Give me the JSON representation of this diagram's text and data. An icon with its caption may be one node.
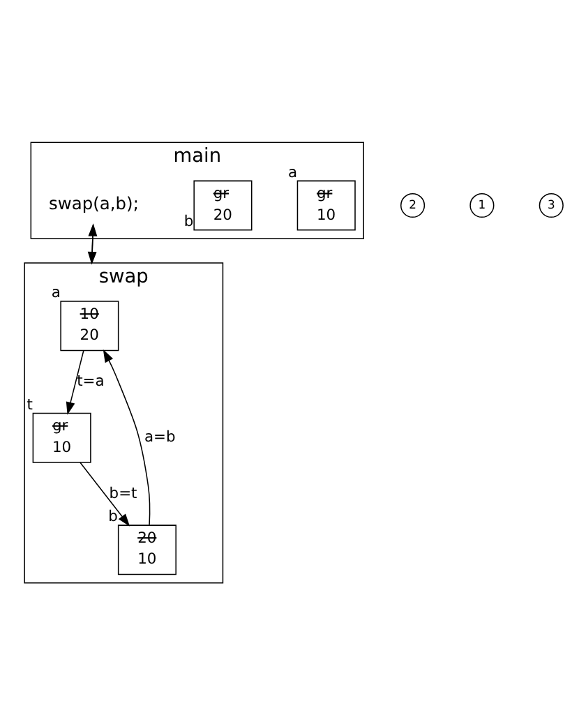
{
  "diagram": {
    "nodes": [
      {
        "text": [
          "main"
        ]
      },
      {
        "text": [
          "gr",
          "10"
        ],
        "beside": [
          "a"
        ],
        "in": 0
      },
      {
        "text": [
          "gr",
          "20"
        ],
        "beside": [
          "b"
        ],
        "in": 0
      },
      {
        "text": [
          "swap(a,b);"
        ],
        "in": 0
      },
      {
        "text": [
          "swap"
        ]
      },
      {
        "text": [
          "10",
          "20"
        ],
        "beside": [
          "a"
        ],
        "in": 4
      },
      {
        "text": [
          "20",
          "10"
        ],
        "beside": [
          "b"
        ],
        "in": 4
      },
      {
        "text": [
          "gr",
          "10"
        ],
        "beside": [
          "t"
        ],
        "in": 4
      }
    ],
    "edges": [
      {
        "from": 3,
        "to": 4,
        "arrow": "to"
      },
      {
        "from": 4,
        "to": 3,
        "arrow": "to"
      },
      {
        "from": 5,
        "to": 7,
        "arrow": "to",
        "label": "t=a"
      },
      {
        "from": 6,
        "to": 5,
        "arrow": "to",
        "label": "a=b"
      },
      {
        "from": 7,
        "to": 6,
        "arrow": "to",
        "label": "b=t"
      }
    ],
    "labels": [
      "2",
      "1",
      "3"
    ]
  }
}
